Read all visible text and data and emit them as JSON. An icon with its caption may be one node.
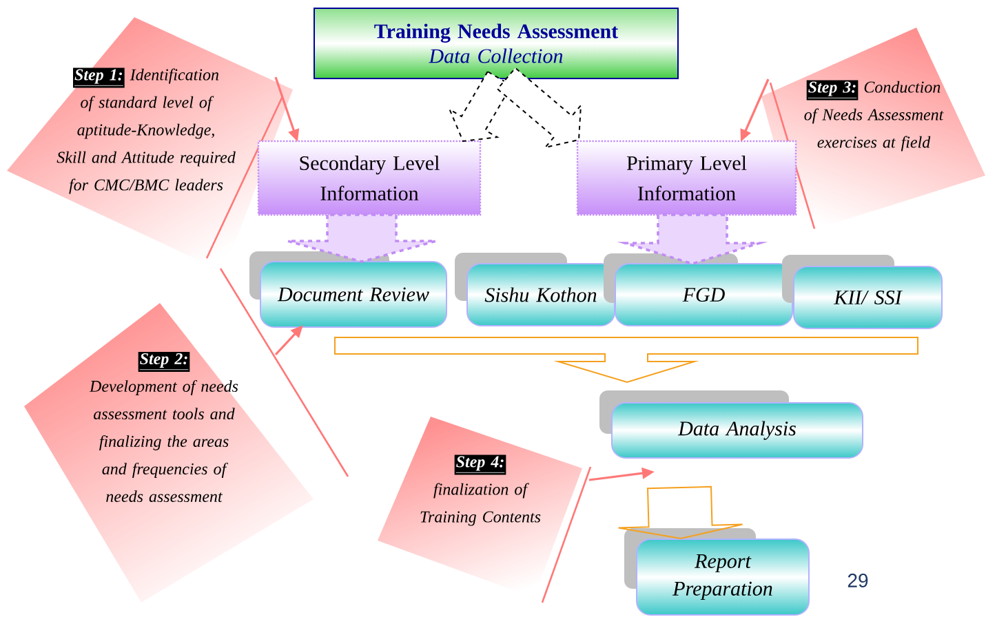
{
  "diagram": {
    "nodes": [
      {
        "text": [
          "Training Needs Assessment",
          "Data Collection"
        ]
      },
      {
        "text": [
          "Secondary Level Information"
        ]
      },
      {
        "text": [
          "Primary Level Information"
        ]
      },
      {
        "text": [
          "Document Review"
        ]
      },
      {
        "text": [
          "Sishu Kothon"
        ]
      },
      {
        "text": [
          "FGD"
        ]
      },
      {
        "text": [
          "KII/ SSI"
        ]
      },
      {
        "text": [
          "Data Analysis"
        ]
      },
      {
        "text": [
          "Report Preparation"
        ]
      },
      {
        "text": [
          "Step 1:",
          "Identification of standard level of aptitude-Knowledge, Skill and Attitude required for CMC/BMC leaders"
        ]
      },
      {
        "text": [
          "Step 2:",
          "Development of needs assessment tools and finalizing the areas and frequencies of needs assessment"
        ]
      },
      {
        "text": [
          "Step 3:",
          "Conduction of Needs Assessment exercises at field"
        ]
      },
      {
        "text": [
          "Step 4:",
          "finalization of Training Contents"
        ]
      }
    ],
    "edges": [
      {
        "from": 0,
        "to": 1,
        "arrow": "to",
        "style": "dashed",
        "color": "#000000"
      },
      {
        "from": 0,
        "to": 2,
        "arrow": "to",
        "style": "dashed",
        "color": "#000000"
      },
      {
        "from": 1,
        "to": 3,
        "arrow": "to",
        "style": "dashed",
        "color": "#c08cf5"
      },
      {
        "from": 2,
        "to": 5,
        "arrow": "to",
        "style": "dashed",
        "color": "#c08cf5"
      },
      {
        "from": 3,
        "to": 7,
        "arrow": "to"
      },
      {
        "from": 4,
        "to": 7,
        "arrow": "to"
      },
      {
        "from": 5,
        "to": 7,
        "arrow": "to"
      },
      {
        "from": 6,
        "to": 7,
        "arrow": "to"
      },
      {
        "from": 7,
        "to": 8,
        "arrow": "to"
      },
      {
        "from": 9,
        "to": 1,
        "arrow": "to",
        "color": "#ff7878"
      },
      {
        "from": 10,
        "to": 3,
        "arrow": "to",
        "color": "#ff7878"
      },
      {
        "from": 11,
        "to": 2,
        "arrow": "to",
        "color": "#ff7878"
      },
      {
        "from": 12,
        "to": 7,
        "arrow": "to",
        "color": "#ff7878"
      }
    ],
    "labels": [
      "29"
    ]
  }
}
